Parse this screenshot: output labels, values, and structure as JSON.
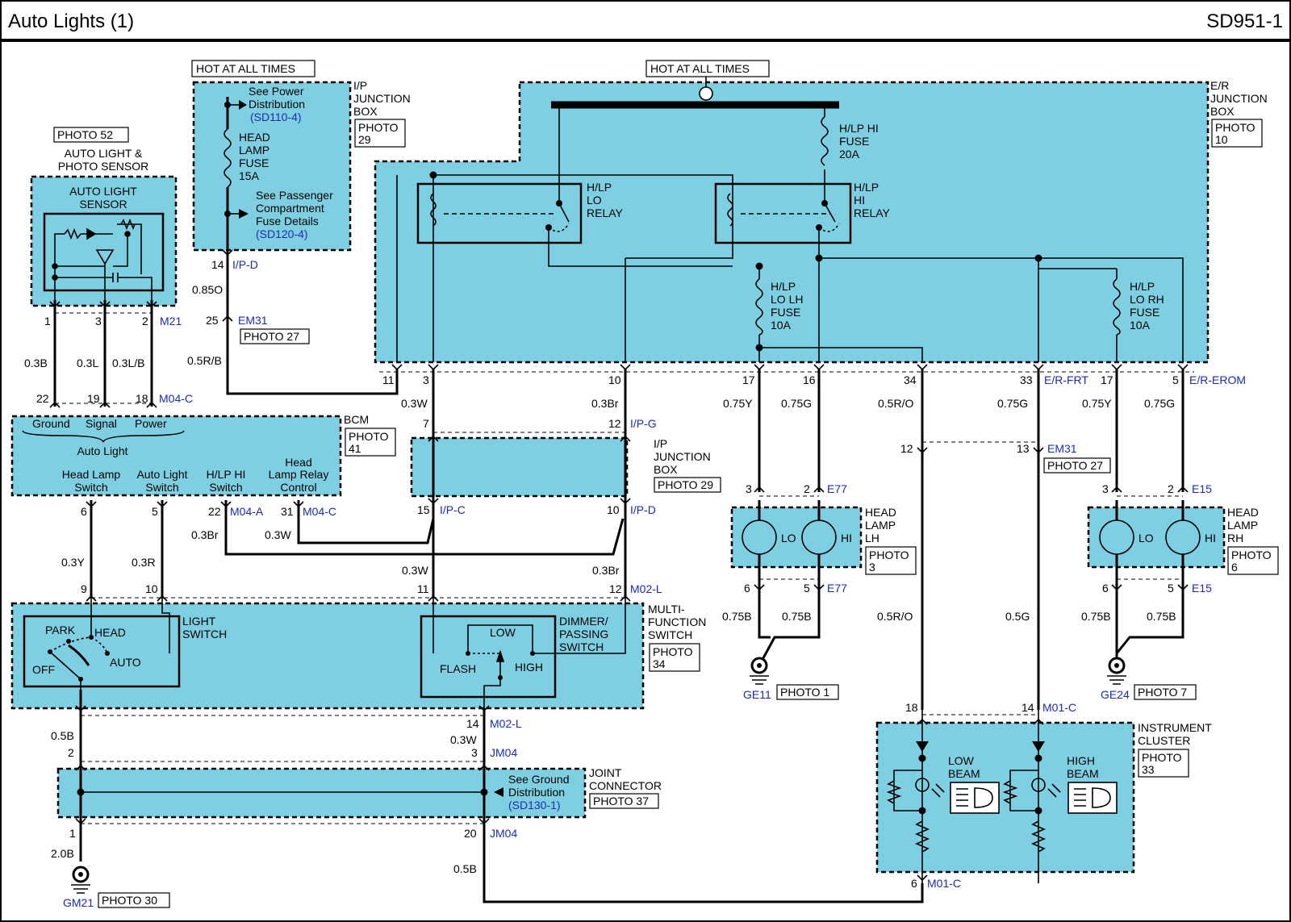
{
  "header": {
    "title": "Auto Lights (1)",
    "code": "SD951-1"
  },
  "hot_labels": [
    "HOT AT ALL TIMES",
    "HOT AT ALL TIMES"
  ],
  "sensor": {
    "photo": "PHOTO 52",
    "title1": "AUTO LIGHT &",
    "title2": "PHOTO SENSOR",
    "inner1": "AUTO LIGHT",
    "inner2": "SENSOR",
    "pins": [
      "1",
      "3",
      "2"
    ],
    "connector": "M21",
    "wires": [
      "0.3B",
      "0.3L",
      "0.3L/B"
    ]
  },
  "ip_box_top": {
    "name": [
      "I/P",
      "JUNCTION",
      "BOX"
    ],
    "photo": [
      "PHOTO",
      "29"
    ],
    "see_power": [
      "See Power",
      "Distribution"
    ],
    "see_power_ref": "(SD110-4)",
    "fuse": [
      "HEAD",
      "LAMP",
      "FUSE",
      "15A"
    ],
    "see_pass": [
      "See Passenger",
      "Compartment",
      "Fuse Details"
    ],
    "see_pass_ref": "(SD120-4)",
    "pin": "14",
    "connector": "I/P-D",
    "wire": "0.85O",
    "em_pin": "25",
    "em_conn": "EM31",
    "em_photo": "PHOTO 27",
    "wire2": "0.5R/B"
  },
  "er_box": {
    "name": [
      "E/R",
      "JUNCTION",
      "BOX"
    ],
    "photo": [
      "PHOTO",
      "10"
    ],
    "lo_relay": [
      "H/LP",
      "LO",
      "RELAY"
    ],
    "hi_relay": [
      "H/LP",
      "HI",
      "RELAY"
    ],
    "hi_fuse": [
      "H/LP HI",
      "FUSE",
      "20A"
    ],
    "lo_lh_fuse": [
      "H/LP",
      "LO LH",
      "FUSE",
      "10A"
    ],
    "lo_rh_fuse": [
      "H/LP",
      "LO RH",
      "FUSE",
      "10A"
    ],
    "pins": [
      "11",
      "3",
      "10",
      "17",
      "16",
      "34",
      "33",
      "17",
      "5"
    ],
    "conn_frt": "E/R-FRT",
    "conn_erom": "E/R-EROM",
    "wires": [
      "0.3W",
      "0.3Br",
      "0.75Y",
      "0.75G",
      "0.5R/O",
      "0.75G",
      "0.75Y",
      "0.75G"
    ]
  },
  "bcm": {
    "pins_top": [
      "22",
      "19",
      "18"
    ],
    "conn_top": "M04-C",
    "labels": [
      "Ground",
      "Signal",
      "Power"
    ],
    "auto_light": "Auto Light",
    "name": "BCM",
    "photo": [
      "PHOTO",
      "41"
    ],
    "out": [
      [
        "Head Lamp",
        "Switch"
      ],
      [
        "Auto Light",
        "Switch"
      ],
      [
        "H/LP HI",
        "Switch"
      ],
      [
        "Head",
        "Lamp Relay",
        "Control"
      ]
    ],
    "pins_bot": [
      "6",
      "5",
      "22",
      "31"
    ],
    "conn_a": "M04-A",
    "conn_c": "M04-C",
    "wires": [
      "0.3Br",
      "0.3W",
      "0.3Y",
      "0.3R"
    ]
  },
  "ip_box_mid": {
    "pins_top": [
      "7",
      "12"
    ],
    "conn_top": "I/P-G",
    "name": [
      "I/P",
      "JUNCTION",
      "BOX"
    ],
    "photo": "PHOTO 29",
    "pins_bot": [
      "15",
      "10"
    ],
    "conn_c": "I/P-C",
    "conn_d": "I/P-D",
    "wires": [
      "0.3W",
      "0.3Br"
    ]
  },
  "er_lower": {
    "pins": [
      "12",
      "13"
    ],
    "conn": "EM31",
    "photo": "PHOTO 27"
  },
  "lamp_lh": {
    "pins_top": [
      "3",
      "2"
    ],
    "conn": "E77",
    "lo": "LO",
    "hi": "HI",
    "name": [
      "HEAD",
      "LAMP",
      "LH"
    ],
    "photo": [
      "PHOTO",
      "3"
    ],
    "pins_bot": [
      "6",
      "5"
    ],
    "wires": [
      "0.75B",
      "0.75B"
    ],
    "ground": "GE11",
    "ground_photo": "PHOTO 1"
  },
  "lamp_rh": {
    "pins_top": [
      "3",
      "2"
    ],
    "conn": "E15",
    "lo": "LO",
    "hi": "HI",
    "name": [
      "HEAD",
      "LAMP",
      "RH"
    ],
    "photo": [
      "PHOTO",
      "6"
    ],
    "pins_bot": [
      "6",
      "5"
    ],
    "wires": [
      "0.75B",
      "0.75B"
    ],
    "ground": "GE24",
    "ground_photo": "PHOTO 7"
  },
  "mfs": {
    "pins_top": [
      "9",
      "10",
      "11",
      "12"
    ],
    "conn": "M02-L",
    "light_switch": [
      "LIGHT",
      "SWITCH"
    ],
    "park": "PARK",
    "head": "HEAD",
    "auto": "AUTO",
    "off": "OFF",
    "low": "LOW",
    "flash": "FLASH",
    "high": "HIGH",
    "dimmer": [
      "DIMMER/",
      "PASSING",
      "SWITCH"
    ],
    "name": [
      "MULTI-",
      "FUNCTION",
      "SWITCH"
    ],
    "photo": [
      "PHOTO",
      "34"
    ],
    "pin_bot": "14",
    "conn_bot": "M02-L",
    "wires": [
      "0.3W",
      "0.3Br"
    ]
  },
  "joint": {
    "wire_a": "0.5B",
    "wire_b": "0.3W",
    "pin_a": "2",
    "pin_b": "3",
    "conn": "JM04",
    "see_ground": [
      "See Ground",
      "Distribution"
    ],
    "see_ground_ref": "(SD130-1)",
    "name": [
      "JOINT",
      "CONNECTOR"
    ],
    "photo": "PHOTO 37",
    "pin_c": "1",
    "pin_d": "20",
    "conn_bot": "JM04",
    "wire_c": "2.0B",
    "wire_d": "0.5B",
    "ground": "GM21",
    "ground_photo": "PHOTO 30"
  },
  "cluster": {
    "wires": [
      "0.5R/O",
      "0.5G"
    ],
    "pins_top": [
      "18",
      "14"
    ],
    "conn": "M01-C",
    "name": [
      "INSTRUMENT",
      "CLUSTER"
    ],
    "photo": [
      "PHOTO",
      "33"
    ],
    "low": [
      "LOW",
      "BEAM"
    ],
    "high": [
      "HIGH",
      "BEAM"
    ],
    "pin_bot": "6",
    "conn_bot": "M01-C"
  }
}
